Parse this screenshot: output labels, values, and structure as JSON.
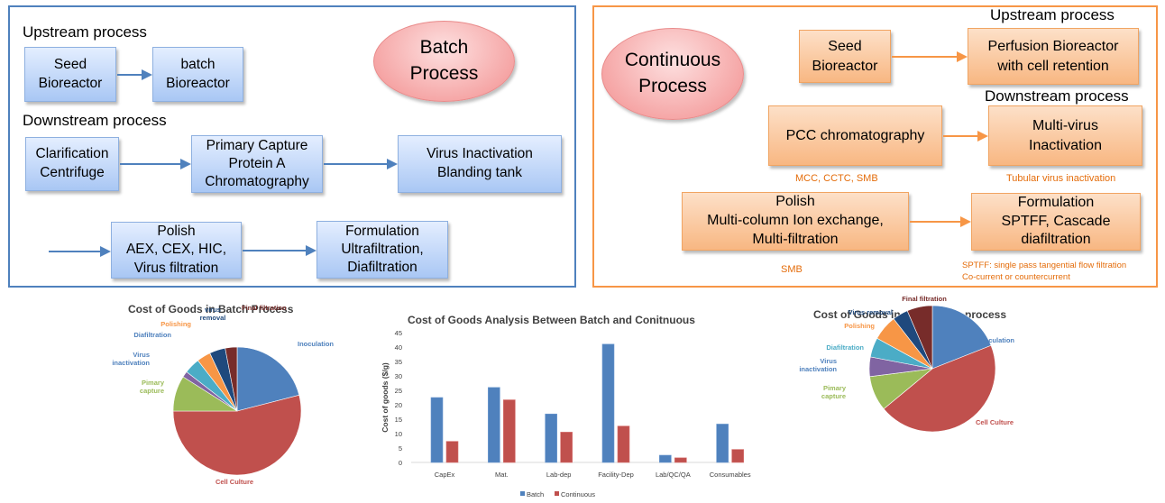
{
  "batch": {
    "title": "Batch\nProcess",
    "upstream_heading": "Upstream process",
    "downstream_heading": "Downstream process",
    "boxes": {
      "seed": "Seed\nBioreactor",
      "batch_bioreactor": "batch\nBioreactor",
      "clarification": "Clarification\nCentrifuge",
      "primary_capture": "Primary Capture\nProtein A\nChromatography",
      "virus_inactivation": "Virus Inactivation\nBlanding tank",
      "polish": "Polish\nAEX, CEX, HIC,\nVirus filtration",
      "formulation": "Formulation\nUltrafiltration,\nDiafiltration"
    }
  },
  "continuous": {
    "title": "Continuous\nProcess",
    "upstream_heading": "Upstream process",
    "downstream_heading": "Downstream process",
    "boxes": {
      "seed": "Seed\nBioreactor",
      "perfusion": "Perfusion  Bioreactor\nwith cell retention",
      "pcc": "PCC chromatography",
      "multi_virus": "Multi-virus\nInactivation",
      "polish": "Polish\nMulti-column Ion exchange,\nMulti-filtration",
      "formulation": "Formulation\nSPTFF, Cascade\ndiafiltration"
    },
    "notes": {
      "pcc": "MCC, CCTC, SMB",
      "virus": "Tubular  virus inactivation",
      "polish": "SMB",
      "formulation_line1": "SPTFF: single pass tangential flow filtration",
      "formulation_line2": "Co-current  or countercurrent"
    }
  },
  "colors": {
    "batch_border": "#4f81bd",
    "continuous_border": "#f79646",
    "note_orange": "#e46c0a",
    "bar_batch": "#4f81bd",
    "bar_continuous": "#c0504d"
  },
  "chart_data": [
    {
      "type": "pie",
      "title": "Cost of Goods in Batch Process",
      "start": "12 o'clock, clockwise",
      "slices": [
        {
          "label": "Inoculation",
          "value": 21,
          "color": "#4f81bd",
          "label_color": "#4f81bd"
        },
        {
          "label": "Cell Culture",
          "value": 54,
          "color": "#c0504d",
          "label_color": "#c0504d"
        },
        {
          "label": "Pimary\ncapture",
          "value": 9,
          "color": "#9bbb59",
          "label_color": "#9bbb59"
        },
        {
          "label": "Virus\ninactivation",
          "value": 1.5,
          "color": "#8064a2",
          "label_color": "#4f81bd"
        },
        {
          "label": "Diafiltration",
          "value": 4,
          "color": "#4bacc6",
          "label_color": "#4f81bd"
        },
        {
          "label": "Polishing",
          "value": 3.5,
          "color": "#f79646",
          "label_color": "#f79646"
        },
        {
          "label": "virus\nremoval",
          "value": 4,
          "color": "#1f497d",
          "label_color": "#1f497d"
        },
        {
          "label": "Final filtration",
          "value": 3,
          "color": "#772c2a",
          "label_color": "#772c2a"
        }
      ]
    },
    {
      "type": "bar",
      "title": "Cost of Goods Analysis Between Batch and Conitnuous",
      "xlabel": "",
      "ylabel": "Cost of goods ($/g)",
      "ylim": [
        0,
        45
      ],
      "yticks": [
        0,
        5,
        10,
        15,
        20,
        25,
        30,
        35,
        40,
        45
      ],
      "grid": false,
      "legend": "bottom",
      "categories": [
        "CapEx",
        "Mat.",
        "Lab-dep",
        "Facility-Dep",
        "Lab/QC/QA",
        "Consumables"
      ],
      "series": [
        {
          "name": "Batch",
          "color": "#4f81bd",
          "values": [
            22.5,
            26,
            16.8,
            41,
            2.5,
            13.3
          ]
        },
        {
          "name": "Continuous",
          "color": "#c0504d",
          "values": [
            7.3,
            21.7,
            10.5,
            12.6,
            1.6,
            4.5
          ]
        }
      ]
    },
    {
      "type": "pie",
      "title": "Cost of Goods in continuous process",
      "start": "12 o'clock, clockwise",
      "slices": [
        {
          "label": "Inoculation",
          "value": 19,
          "color": "#4f81bd",
          "label_color": "#4f81bd"
        },
        {
          "label": "Cell Culture",
          "value": 45,
          "color": "#c0504d",
          "label_color": "#c0504d"
        },
        {
          "label": "Pimary\ncapture",
          "value": 9,
          "color": "#9bbb59",
          "label_color": "#9bbb59"
        },
        {
          "label": "Virus\ninactivation",
          "value": 5,
          "color": "#8064a2",
          "label_color": "#4f81bd"
        },
        {
          "label": "Diafiltration",
          "value": 5,
          "color": "#4bacc6",
          "label_color": "#4bacc6"
        },
        {
          "label": "Polishing",
          "value": 6.5,
          "color": "#f79646",
          "label_color": "#f79646"
        },
        {
          "label": "Virus removal",
          "value": 4,
          "color": "#1f497d",
          "label_color": "#1f497d"
        },
        {
          "label": "Final filtration",
          "value": 6.5,
          "color": "#772c2a",
          "label_color": "#772c2a"
        }
      ]
    }
  ]
}
